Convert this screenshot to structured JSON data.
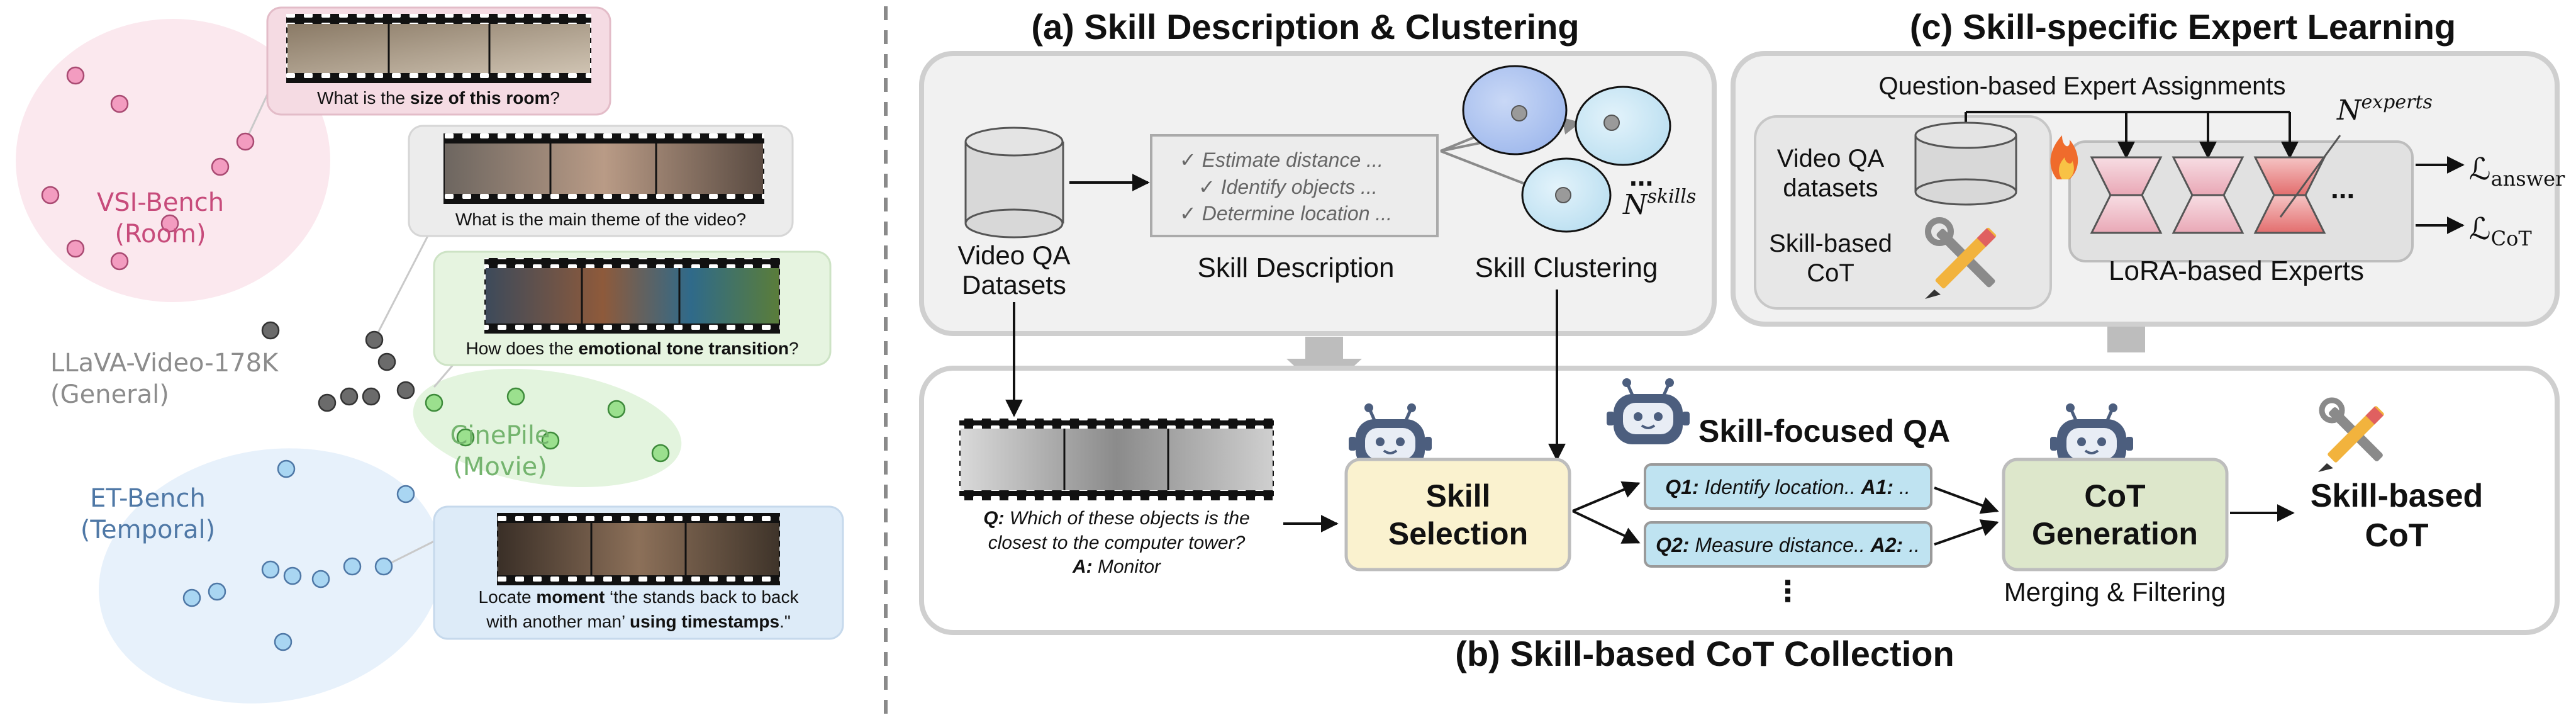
{
  "left_panel": {
    "clusters": [
      {
        "name_line1": "VSI-Bench",
        "name_line2": "(Room)",
        "color": "#c74b7b",
        "fill": "#fbe8ee",
        "dot": "#f39cc0"
      },
      {
        "name_line1": "LLaVA-Video-178K",
        "name_line2": "(General)",
        "color": "#8c8c8c",
        "fill": "none",
        "dot": "#6b6b6b"
      },
      {
        "name_line1": "CinePile",
        "name_line2": "(Movie)",
        "color": "#74b46e",
        "fill": "#e3f4de",
        "dot": "#9be08e"
      },
      {
        "name_line1": "ET-Bench",
        "name_line2": "(Temporal)",
        "color": "#4f78a6",
        "fill": "#e7f1fb",
        "dot": "#a9d6f2"
      }
    ],
    "samples": [
      {
        "pre": "What is the ",
        "bold": "size of this room",
        "post": "?"
      },
      {
        "pre": "What is the main theme of the video?",
        "bold": "",
        "post": ""
      },
      {
        "pre": "How does the ",
        "bold": "emotional tone transition",
        "post": "?"
      },
      {
        "line1_pre": "Locate ",
        "line1_bold": "moment",
        "line1_post": " ‘the stands back to back",
        "line2_pre": "with another man’ ",
        "line2_bold": "using timestamps",
        "line2_post": ".\""
      }
    ]
  },
  "panel_a": {
    "title": "(a) Skill Description & Clustering",
    "db_label_line1": "Video QA",
    "db_label_line2": "Datasets",
    "skills": [
      "✓ Estimate distance ...",
      "✓ Identify objects ...",
      "✓ Determine location ..."
    ],
    "skill_description_label": "Skill Description",
    "skill_clustering_label": "Skill Clustering",
    "ellipsis": "...",
    "n_symbol": "N",
    "n_sup": "skills"
  },
  "panel_b": {
    "title": "(b) Skill-based CoT Collection",
    "question_line1": "Which of these objects is the",
    "question_line2": "closest to the computer tower?",
    "q_prefix": "Q:",
    "a_prefix": "A:",
    "answer": "Monitor",
    "skill_selection_line1": "Skill",
    "skill_selection_line2": "Selection",
    "skill_focused_qa": "Skill-focused QA",
    "q1_label": "Q1:",
    "q1_text": "Identify location..",
    "a1_label": "A1:",
    "a1_text": "..",
    "q2_label": "Q2:",
    "q2_text": "Measure distance..",
    "a2_label": "A2:",
    "a2_text": "..",
    "vdots": "⋮",
    "cot_line1": "CoT",
    "cot_line2": "Generation",
    "merging_label": "Merging & Filtering",
    "output_line1": "Skill-based",
    "output_line2": "CoT"
  },
  "panel_c": {
    "title": "(c) Skill-specific Expert Learning",
    "assignment_label": "Question-based Expert Assignments",
    "data_line1": "Video QA",
    "data_line2": "datasets",
    "cot_line1": "Skill-based",
    "cot_line2": "CoT",
    "experts_label": "LoRA-based Experts",
    "ellipsis": "...",
    "n_symbol": "N",
    "n_sup": "experts",
    "loss1_symbol": "ℒ",
    "loss1_sub": "answer",
    "loss2_symbol": "ℒ",
    "loss2_sub": "CoT"
  },
  "colors": {
    "panel_border": "#cfcfcf",
    "skill_box": "#faf2cf",
    "qa_box": "#bfe3f1",
    "cot_box": "#dde7cb",
    "robot": "#4c5e7e"
  }
}
